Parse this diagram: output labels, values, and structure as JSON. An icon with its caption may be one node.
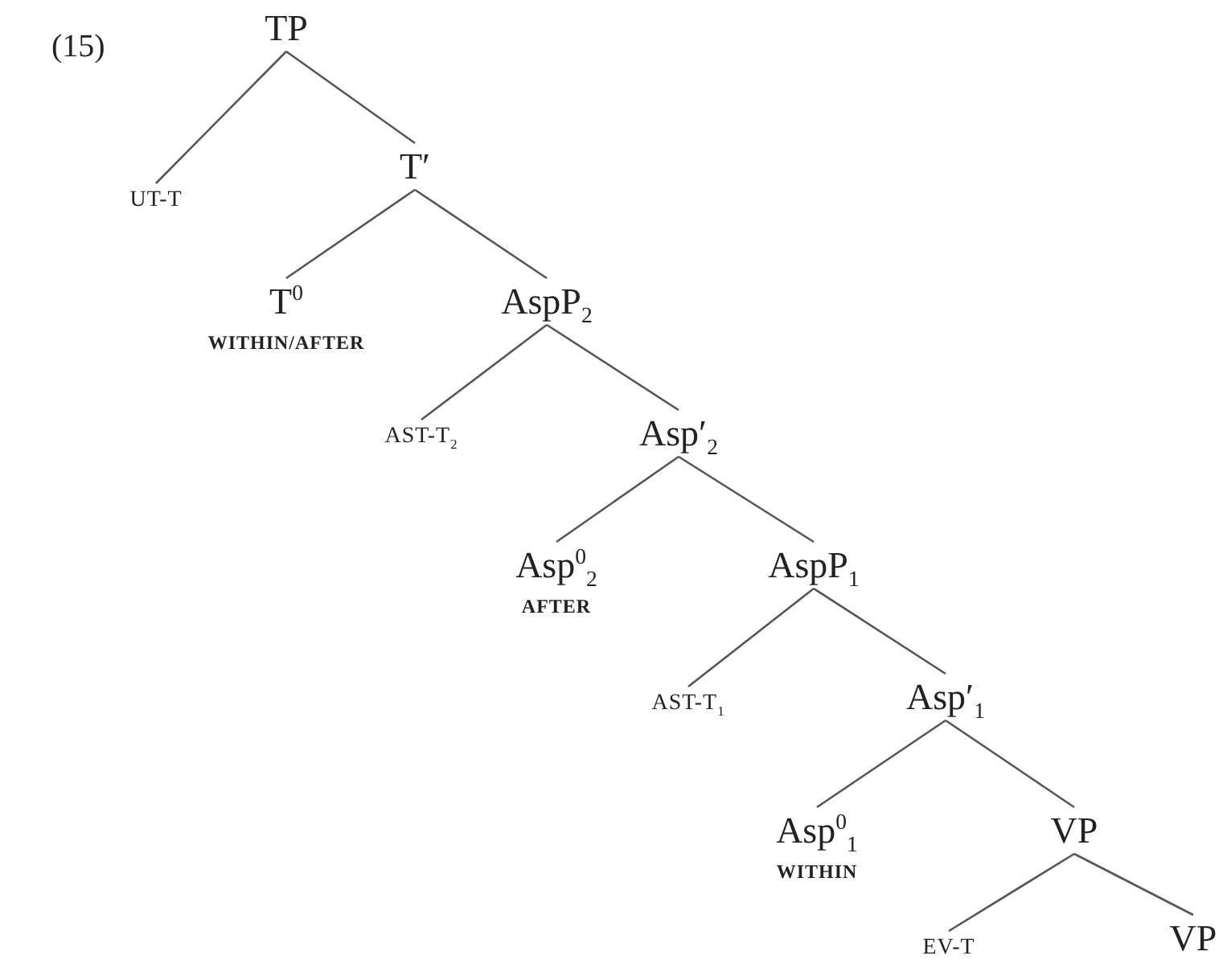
{
  "diagram": {
    "nodes": [
      {
        "text": [
          "TP"
        ]
      },
      {
        "text": [
          "UT-T"
        ]
      },
      {
        "text": [
          "T′"
        ]
      },
      {
        "text": [
          "T$^{0}$"
        ],
        "beside": [
          "WITHIN/AFTER"
        ]
      },
      {
        "text": [
          "AspP$_{2}$"
        ]
      },
      {
        "text": [
          "AST-T$_{2}$"
        ]
      },
      {
        "text": [
          "Asp′$_{2}$"
        ]
      },
      {
        "text": [
          "Asp$^{0}$$_{2}$"
        ],
        "beside": [
          "AFTER"
        ]
      },
      {
        "text": [
          "AspP$_{1}$"
        ]
      },
      {
        "text": [
          "AST-T$_{1}$"
        ]
      },
      {
        "text": [
          "Asp′$_{1}$"
        ]
      },
      {
        "text": [
          "Asp$^{0}$$_{1}$"
        ],
        "beside": [
          "WITHIN"
        ]
      },
      {
        "text": [
          "VP"
        ]
      },
      {
        "text": [
          "EV-T"
        ]
      },
      {
        "text": [
          "VP"
        ]
      }
    ],
    "edges": [
      {
        "from": 0,
        "to": 1,
        "arrow": "none"
      },
      {
        "from": 0,
        "to": 2,
        "arrow": "none"
      },
      {
        "from": 2,
        "to": 3,
        "arrow": "none"
      },
      {
        "from": 2,
        "to": 4,
        "arrow": "none"
      },
      {
        "from": 4,
        "to": 5,
        "arrow": "none"
      },
      {
        "from": 4,
        "to": 6,
        "arrow": "none"
      },
      {
        "from": 6,
        "to": 7,
        "arrow": "none"
      },
      {
        "from": 6,
        "to": 8,
        "arrow": "none"
      },
      {
        "from": 8,
        "to": 9,
        "arrow": "none"
      },
      {
        "from": 8,
        "to": 10,
        "arrow": "none"
      },
      {
        "from": 10,
        "to": 11,
        "arrow": "none"
      },
      {
        "from": 10,
        "to": 12,
        "arrow": "none"
      },
      {
        "from": 12,
        "to": 13,
        "arrow": "none"
      },
      {
        "from": 12,
        "to": 14,
        "arrow": "none"
      }
    ],
    "labels": [
      "(15)"
    ]
  }
}
